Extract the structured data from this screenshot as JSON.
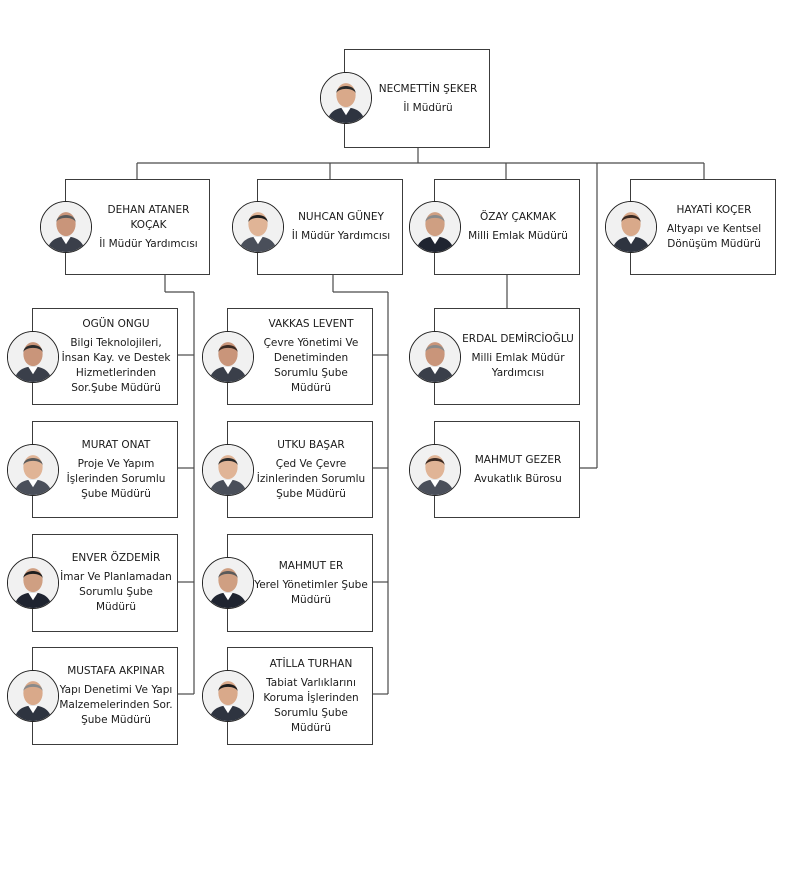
{
  "people": {
    "sekerr": {
      "name": "NECMETTİN ŞEKER",
      "title": "İl Müdürü"
    },
    "kocak": {
      "name": "DEHAN ATANER KOÇAK",
      "title": "İl Müdür Yardımcısı"
    },
    "guney": {
      "name": "NUHCAN GÜNEY",
      "title": "İl Müdür Yardımcısı"
    },
    "cakmak": {
      "name": "ÖZAY ÇAKMAK",
      "title": "Milli Emlak Müdürü"
    },
    "kocer": {
      "name": "HAYATİ KOÇER",
      "title": "Altyapı ve Kentsel Dönüşüm Müdürü"
    },
    "ongu": {
      "name": "OGÜN ONGU",
      "title": "Bilgi Teknolojileri, İnsan Kay. ve Destek Hizmetlerinden Sor.Şube Müdürü"
    },
    "onat": {
      "name": "MURAT ONAT",
      "title": "Proje Ve Yapım İşlerinden Sorumlu Şube Müdürü"
    },
    "ozdemir": {
      "name": "ENVER ÖZDEMİR",
      "title": "İmar Ve Planlamadan Sorumlu Şube Müdürü"
    },
    "akpinar": {
      "name": "MUSTAFA AKPINAR",
      "title": "Yapı Denetimi Ve Yapı Malzemelerinden Sor. Şube Müdürü"
    },
    "levent": {
      "name": "VAKKAS LEVENT",
      "title": "Çevre Yönetimi Ve Denetiminden Sorumlu Şube Müdürü"
    },
    "basar": {
      "name": "UTKU BAŞAR",
      "title": "Çed Ve Çevre İzinlerinden Sorumlu Şube Müdürü"
    },
    "er": {
      "name": "MAHMUT ER",
      "title": "Yerel Yönetimler Şube Müdürü"
    },
    "turhan": {
      "name": "ATİLLA TURHAN",
      "title": "Tabiat Varlıklarını Koruma İşlerinden Sorumlu Şube Müdürü"
    },
    "demircioglu": {
      "name": "ERDAL DEMİRCİOĞLU",
      "title": "Milli Emlak Müdür Yardımcısı"
    },
    "gezer": {
      "name": "MAHMUT GEZER",
      "title": "Avukatlık Bürosu"
    }
  },
  "colors": {
    "line": "#4a4a4a",
    "border": "#3c3c3c"
  }
}
